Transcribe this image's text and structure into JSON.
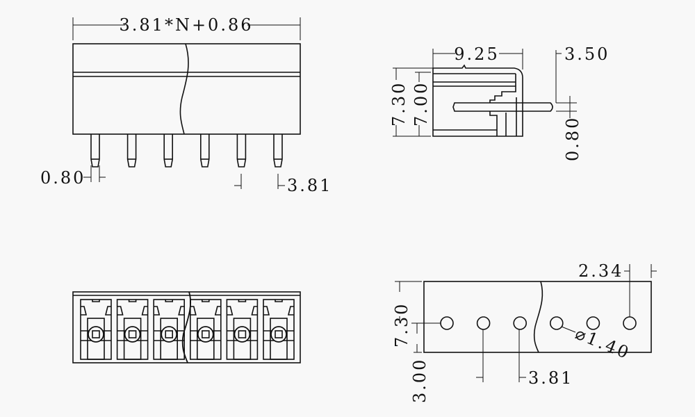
{
  "drawing": {
    "front_view": {
      "overall_width": "3.81*N+0.86",
      "pin_width": "0.80",
      "pitch": "3.81",
      "pin_count": 6
    },
    "side_view": {
      "depth": "9.25",
      "pin_extension": "3.50",
      "height_total": "7.30",
      "height_body": "7.00",
      "pin_thickness": "0.80"
    },
    "top_view": {
      "cell_count": 6
    },
    "footprint_view": {
      "edge_offset": "2.34",
      "height": "7.30",
      "hole_offset": "3.00",
      "pitch": "3.81",
      "hole_diameter": "⌀1.40",
      "hole_count": 6
    }
  }
}
